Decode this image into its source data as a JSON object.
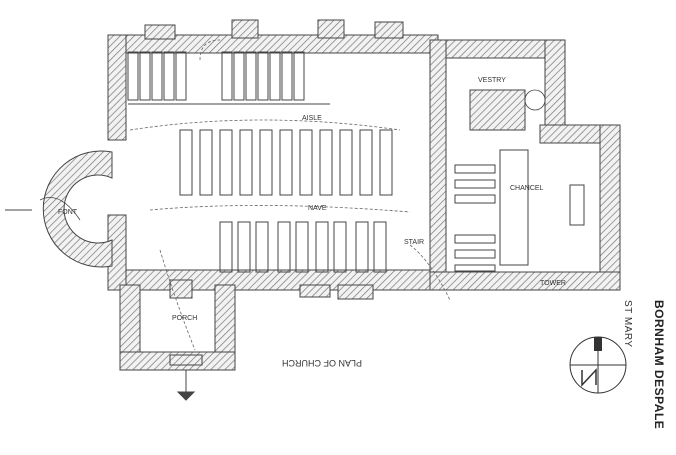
{
  "drawing": {
    "church_name": "BORNHAM DESPALE",
    "saint": "ST MARY",
    "plan_title": "PLAN OF CHURCH"
  },
  "labels": {
    "nave": "NAVE",
    "aisle": "AISLE",
    "chancel": "CHANCEL",
    "tower": "TOWER",
    "porch": "PORCH",
    "vestry": "VESTRY",
    "font": "FONT",
    "stair": "STAIR"
  },
  "colors": {
    "ink": "#444444",
    "hatch": "#777777",
    "paper": "#ffffff"
  },
  "icons": {
    "north": "north-arrow-icon",
    "entrance": "entrance-arrow-icon"
  }
}
